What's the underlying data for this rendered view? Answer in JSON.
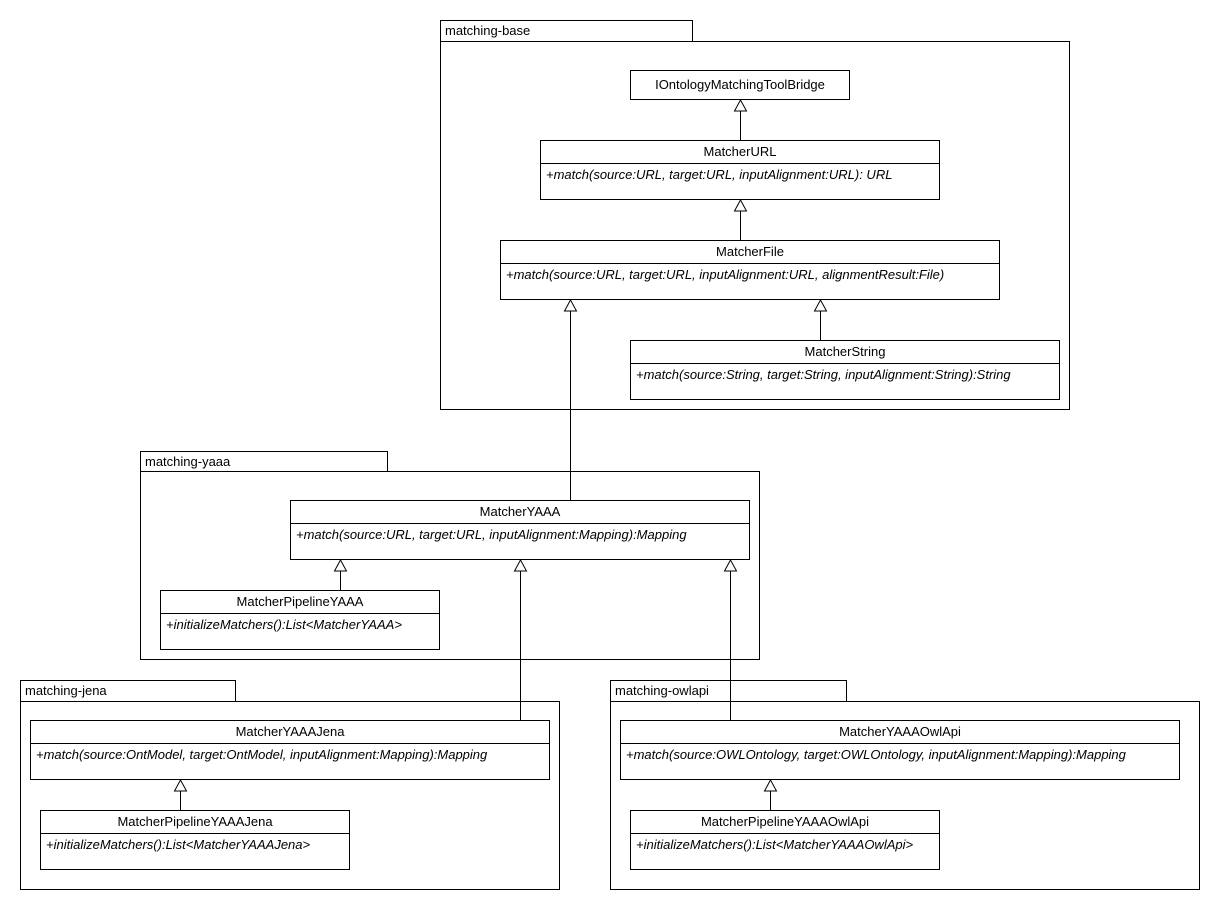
{
  "packages": {
    "base": "matching-base",
    "yaaa": "matching-yaaa",
    "jena": "matching-jena",
    "owlapi": "matching-owlapi"
  },
  "classes": {
    "bridge": {
      "name": "IOntologyMatchingToolBridge"
    },
    "matcher_url": {
      "name": "MatcherURL",
      "op": "+match(source:URL, target:URL, inputAlignment:URL): URL"
    },
    "matcher_file": {
      "name": "MatcherFile",
      "op": "+match(source:URL, target:URL, inputAlignment:URL, alignmentResult:File)"
    },
    "matcher_string": {
      "name": "MatcherString",
      "op": "+match(source:String, target:String, inputAlignment:String):String"
    },
    "matcher_yaaa": {
      "name": "MatcherYAAA",
      "op": "+match(source:URL, target:URL, inputAlignment:Mapping):Mapping"
    },
    "pipeline_yaaa": {
      "name": "MatcherPipelineYAAA",
      "op": "+initializeMatchers():List<MatcherYAAA>"
    },
    "yaaa_jena": {
      "name": "MatcherYAAAJena",
      "op": "+match(source:OntModel, target:OntModel, inputAlignment:Mapping):Mapping"
    },
    "pipeline_jena": {
      "name": "MatcherPipelineYAAAJena",
      "op": "+initializeMatchers():List<MatcherYAAAJena>"
    },
    "yaaa_owlapi": {
      "name": "MatcherYAAAOwlApi",
      "op": "+match(source:OWLOntology, target:OWLOntology, inputAlignment:Mapping):Mapping"
    },
    "pipeline_owlapi": {
      "name": "MatcherPipelineYAAAOwlApi",
      "op": "+initializeMatchers():List<MatcherYAAAOwlApi>"
    }
  }
}
